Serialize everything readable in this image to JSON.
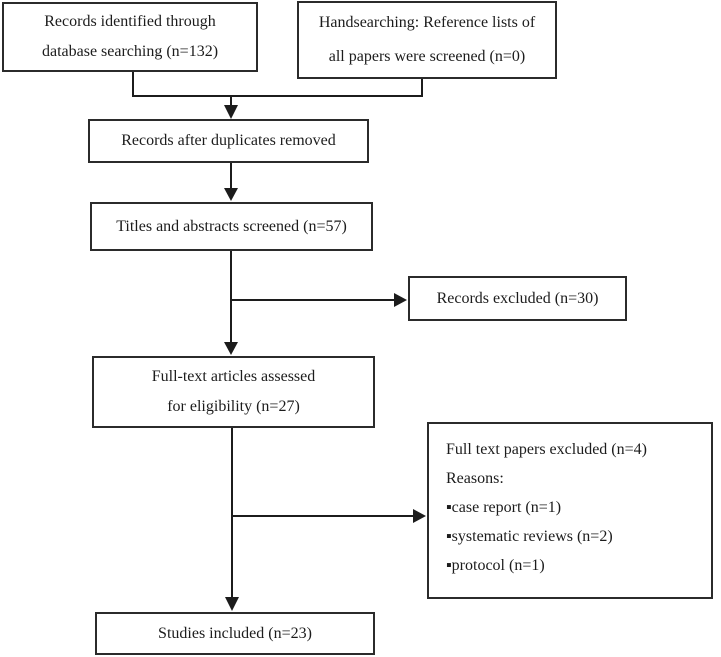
{
  "flowchart": {
    "boxes": {
      "records_identified": {
        "line1": "Records identified through",
        "line2": "database searching (n=132)"
      },
      "handsearching": {
        "line1": "Handsearching: Reference lists of",
        "line2": "all papers were screened (n=0)"
      },
      "duplicates_removed": {
        "text": "Records after duplicates removed"
      },
      "titles_screened": {
        "text": "Titles and abstracts screened (n=57)"
      },
      "records_excluded": {
        "text": "Records excluded (n=30)"
      },
      "fulltext_assessed": {
        "line1": "Full-text articles assessed",
        "line2": "for eligibility (n=27)"
      },
      "fulltext_excluded": {
        "line1": "Full text papers excluded (n=4)",
        "line2": "Reasons:",
        "line3": "▪case report (n=1)",
        "line4": "▪systematic reviews (n=2)",
        "line5": "▪protocol (n=1)"
      },
      "studies_included": {
        "text": "Studies included (n=23)"
      }
    },
    "colors": {
      "border": "#2b2b2b",
      "text": "#1c1c1c",
      "connector": "#1c1c1c",
      "background": "#ffffff"
    }
  }
}
